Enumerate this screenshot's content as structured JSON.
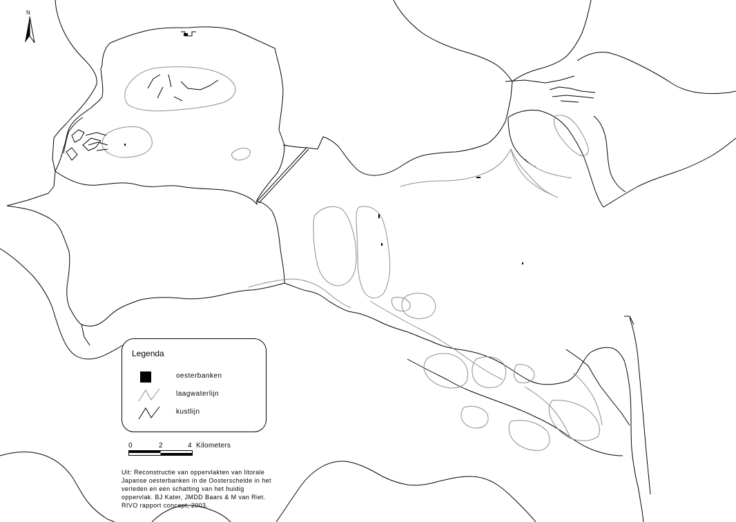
{
  "north": {
    "label": "N",
    "icon": "north-arrow-icon"
  },
  "legend": {
    "title": "Legenda",
    "items": [
      {
        "label": "oesterbanken",
        "symbol": "filled-square",
        "color": "#000000"
      },
      {
        "label": "laagwaterlijn",
        "symbol": "gray-line",
        "color": "#8c8c8c"
      },
      {
        "label": "kustlijn",
        "symbol": "black-line",
        "color": "#000000"
      }
    ]
  },
  "scalebar": {
    "ticks": [
      "0",
      "2",
      "4"
    ],
    "unit": "Kilometers"
  },
  "credit": {
    "lines": [
      "Uit: Reconstructie van oppervlakten van litorale",
      "Japanse oesterbanken in de Oosterschelde in het",
      "verleden en een schatting van het huidig",
      "oppervlak. BJ Kater, JMDD Baars & M van Riet.",
      "RIVO rapport concept, 2003."
    ]
  }
}
